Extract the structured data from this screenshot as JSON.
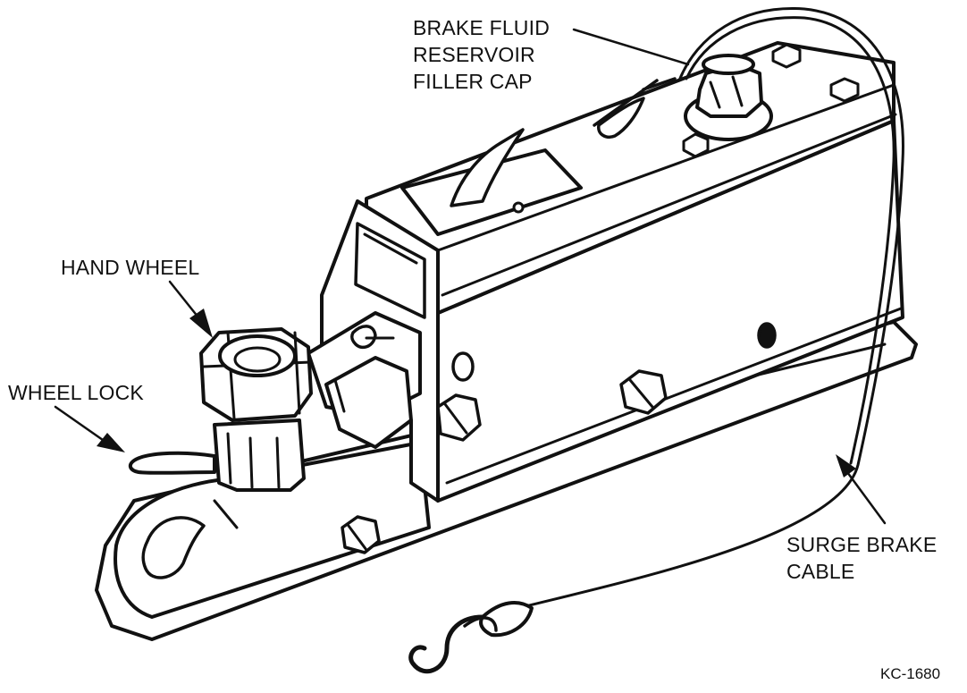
{
  "diagram": {
    "callouts": {
      "brake_fluid": [
        "BRAKE FLUID",
        "RESERVOIR",
        "FILLER CAP"
      ],
      "hand_wheel": [
        "HAND WHEEL"
      ],
      "wheel_lock": [
        "WHEEL LOCK"
      ],
      "surge_cable": [
        "SURGE BRAKE",
        "CABLE"
      ]
    },
    "figure_id": "KC-1680",
    "colors": {
      "line": "#111111",
      "fill": "#ffffff",
      "shade": "#222222"
    }
  }
}
